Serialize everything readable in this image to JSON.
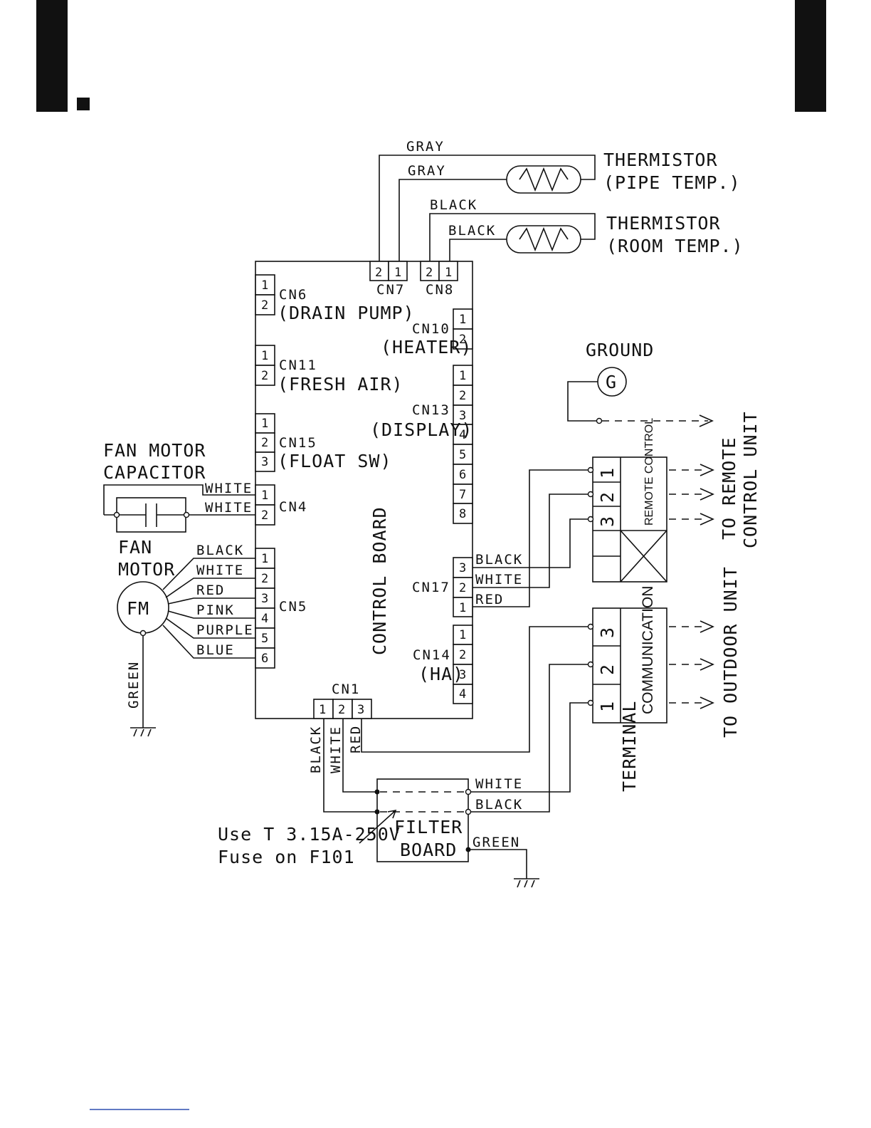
{
  "diagram": {
    "wire_colors": {
      "gray": "GRAY",
      "black": "BLACK",
      "white": "WHITE",
      "red": "RED",
      "pink": "PINK",
      "purple": "PURPLE",
      "blue": "BLUE",
      "green": "GREEN"
    },
    "thermistor_pipe": {
      "line1": "THERMISTOR",
      "line2": "(PIPE TEMP.)"
    },
    "thermistor_room": {
      "line1": "THERMISTOR",
      "line2": "(ROOM TEMP.)"
    },
    "control_board": "CONTROL BOARD",
    "connectors": {
      "cn1": "CN1",
      "cn4": "CN4",
      "cn5": "CN5",
      "cn6": {
        "name": "CN6",
        "desc": "(DRAIN PUMP)"
      },
      "cn7": "CN7",
      "cn8": "CN8",
      "cn10": {
        "name": "CN10",
        "desc": "(HEATER)"
      },
      "cn11": {
        "name": "CN11",
        "desc": "(FRESH AIR)"
      },
      "cn13": {
        "name": "CN13",
        "desc": "(DISPLAY)"
      },
      "cn14": {
        "name": "CN14",
        "desc": "(HA)"
      },
      "cn15": {
        "name": "CN15",
        "desc": "(FLOAT SW)"
      },
      "cn17": "CN17"
    },
    "pins": [
      "1",
      "2",
      "3",
      "4",
      "5",
      "6",
      "7",
      "8"
    ],
    "ground": {
      "label": "GROUND",
      "symbol": "G"
    },
    "fan_motor_capacitor": {
      "line1": "FAN MOTOR",
      "line2": "CAPACITOR"
    },
    "fan_motor": {
      "line1": "FAN",
      "line2": "MOTOR",
      "symbol": "FM"
    },
    "remote_control_block": "REMOTE CONTROL",
    "to_remote": {
      "line1": "TO REMOTE",
      "line2": "CONTROL UNIT"
    },
    "communication_block": "COMMUNICATION",
    "to_outdoor": "TO OUTDOOR UNIT",
    "terminal": "TERMINAL",
    "filter_board": {
      "line1": "FILTER",
      "line2": "BOARD"
    },
    "fuse_note": {
      "line1": "Use T 3.15A-250V",
      "line2": "Fuse on F101"
    }
  }
}
